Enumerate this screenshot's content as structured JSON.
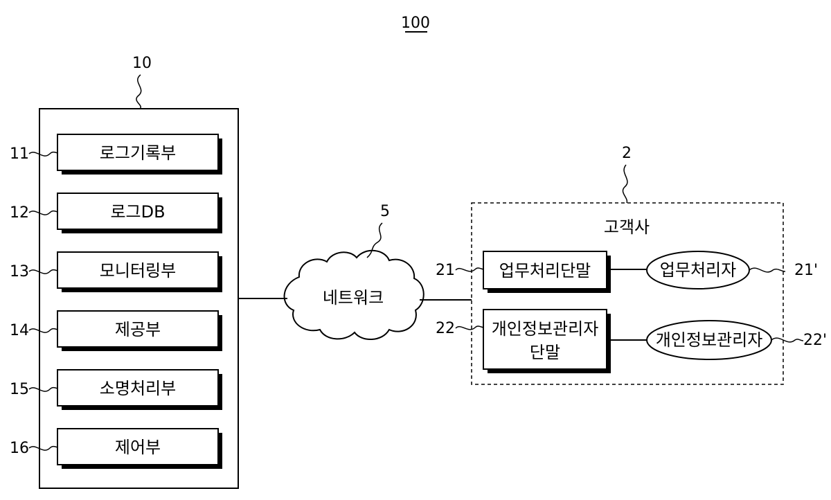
{
  "figure_number": "100",
  "server": {
    "ref": "10",
    "modules": [
      {
        "ref": "11",
        "label": "로그기록부"
      },
      {
        "ref": "12",
        "label": "로그DB"
      },
      {
        "ref": "13",
        "label": "모니터링부"
      },
      {
        "ref": "14",
        "label": "제공부"
      },
      {
        "ref": "15",
        "label": "소명처리부"
      },
      {
        "ref": "16",
        "label": "제어부"
      }
    ]
  },
  "network": {
    "ref": "5",
    "label": "네트워크"
  },
  "customer": {
    "ref": "2",
    "label": "고객사",
    "terminals": [
      {
        "ref": "21",
        "label": "업무처리단말",
        "user_ref": "21'",
        "user_label": "업무처리자"
      },
      {
        "ref": "22",
        "label_line1": "개인정보관리자",
        "label_line2": "단말",
        "user_ref": "22'",
        "user_label": "개인정보관리자"
      }
    ]
  }
}
